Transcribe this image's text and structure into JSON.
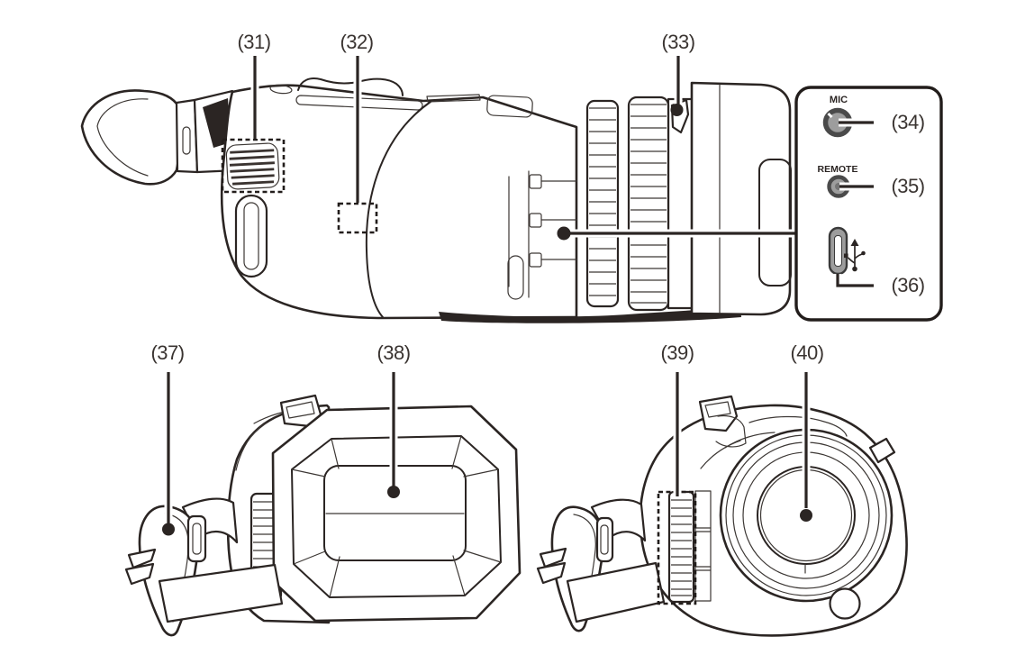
{
  "figure_type": "camcorder-parts-identification-diagram",
  "callouts": {
    "31": "(31)",
    "32": "(32)",
    "33": "(33)",
    "34": "(34)",
    "35": "(35)",
    "36": "(36)",
    "37": "(37)",
    "38": "(38)",
    "39": "(39)",
    "40": "(40)"
  },
  "panel": {
    "mic_label": "MIC",
    "remote_label": "REMOTE",
    "usb_icon": "usb-trident-icon"
  },
  "colors": {
    "background": "#ffffff",
    "line": "#2b2523",
    "label_text": "#3a3431",
    "dashed_box": "#221d1b",
    "jack_ring": "#4a4a4a",
    "jack_inner": "#9d9d9d",
    "usb_port_fill": "#9d9d9d"
  }
}
